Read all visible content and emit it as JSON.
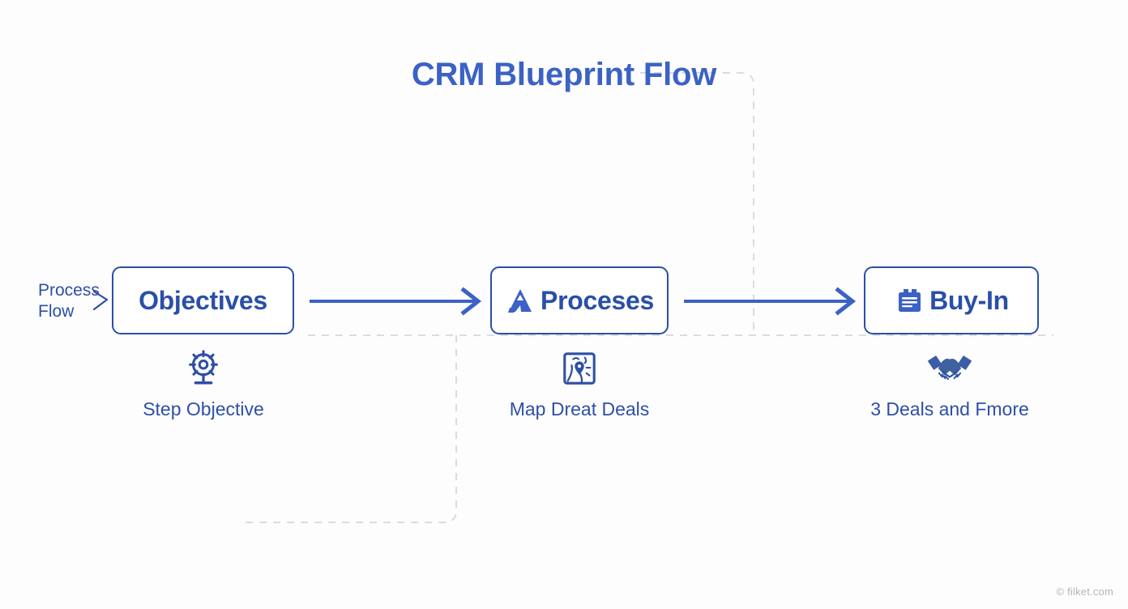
{
  "title": "CRM Blueprint Flow",
  "side_label": {
    "line1": "Process",
    "line2": "Flow",
    "arrow_icon": "small-arrow-right-icon"
  },
  "stages": [
    {
      "label": "Objectives",
      "icon": ""
    },
    {
      "label": "Proceses",
      "icon": "triangle-a-icon"
    },
    {
      "label": "Buy-In",
      "icon": "clipboard-icon"
    }
  ],
  "features": [
    {
      "label": "Step Objective",
      "icon": "target-gear-stand-icon"
    },
    {
      "label": "Map Dreat Deals",
      "icon": "map-pin-square-icon"
    },
    {
      "label": "3 Deals and Fmore",
      "icon": "handshake-icon"
    }
  ],
  "connectors": {
    "arrow1": "arrow-objectives-to-proceses",
    "arrow2": "arrow-proceses-to-buyin"
  },
  "watermark": "© filket.com",
  "colors": {
    "title_blue": "#3b62c4",
    "box_border": "#2a4fa8",
    "label_blue": "#2f4fa5",
    "arrow_blue": "#3b62c4",
    "dashed_gray": "#d8dce4",
    "background": "#fdfdfe"
  }
}
